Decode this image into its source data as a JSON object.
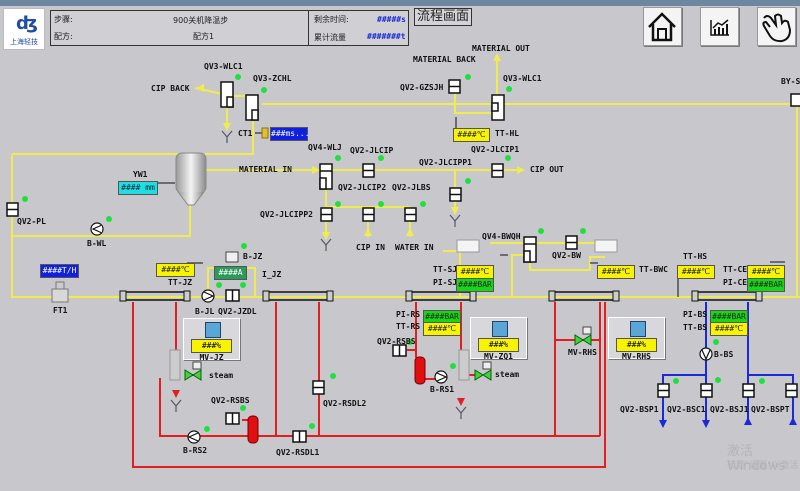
{
  "header": {
    "logo_text": "上海轻技",
    "step_label": "步骤:",
    "step_value": "900关机降温步",
    "recipe_label": "配方:",
    "recipe_value": "配方1",
    "remaining_time_label": "剩余时间:",
    "remaining_time_value": "#####s",
    "total_flow_label": "累计流量",
    "total_flow_value": "#######t",
    "screen_title": "流程画面"
  },
  "nav": {
    "home": "home-icon",
    "trend": "trend-chart-icon",
    "manual": "hand-icon"
  },
  "labels": {
    "cip_back": "CIP BACK",
    "qv3_wlc1_a": "QV3-WLC1",
    "qv3_zchl": "QV3-ZCHL",
    "material_back": "MATERIAL BACK",
    "material_out": "MATERIAL OUT",
    "qv2_gzsjh": "QV2-GZSJH",
    "qv3_wlc1_b": "QV3-WLC1",
    "tt_hl": "TT-HL",
    "by": "BY-S",
    "ct1": "CT1",
    "qv4_wlj": "QV4-WLJ",
    "qv2_jlcip": "QV2-JLCIP",
    "qv2_jlcip1": "QV2-JLCIP1",
    "material_in": "MATERIAL IN",
    "qv2_jlcipp1": "QV2-JLCIPP1",
    "cip_out": "CIP OUT",
    "qv2_jlcip2": "QV2-JLCIP2",
    "qv2_jlbs": "QV2-JLBS",
    "qv2_jlcipp2": "QV2-JLCIPP2",
    "cip_in": "CIP IN",
    "water_in": "WATER IN",
    "yw1": "YW1",
    "qv2_pl": "QV2-PL",
    "b_wl": "B-WL",
    "b_jz": "B-JZ",
    "i_jz": "I_JZ",
    "tt_jz": "TT-JZ",
    "ft1": "FT1",
    "b_jl": "B-JL",
    "qv2_jzdl": "QV2-JZDL",
    "qv4_bwqh": "QV4-BWQH",
    "qv2_bw": "QV2-BW",
    "tt_sj": "TT-SJ",
    "pi_sj": "PI-SJ",
    "tt_bwc": "TT-BWC",
    "tt_hs": "TT-HS",
    "tt_ce": "TT-CE",
    "pi_ce": "PI-CE",
    "pi_rs": "PI-RS",
    "tt_rs": "TT-RS",
    "qv2_rsbs_a": "QV2-RSBS",
    "b_rs1": "B-RS1",
    "steam_a": "steam",
    "steam_b": "steam",
    "mv_rhs_valve": "MV-RHS",
    "pi_bs": "PI-BS",
    "tt_bs": "TT-BS",
    "b_bs": "B-BS",
    "qv2_rsdl2": "QV2-RSDL2",
    "qv2_rsbs_b": "QV2-RSBS",
    "b_rs2": "B-RS2",
    "qv2_rsdl1": "QV2-RSDL1",
    "qv2_bsp1": "QV2-BSP1",
    "qv2_bsc1": "QV2-BSC1",
    "qv2_bsj1": "QV2-BSJ1",
    "qv2_bspt": "QV2-BSPT"
  },
  "displays": {
    "ct1": "###ms...",
    "tt_hl": "####℃",
    "yw1": "#### mm",
    "ft1": "####T/H",
    "tt_jz": "####℃",
    "i_jz": "####A",
    "tt_sj": "####℃",
    "pi_sj": "####BAR",
    "tt_bwc": "####℃",
    "tt_hs": "####℃",
    "tt_ce": "####℃",
    "pi_ce": "####BAR",
    "pi_rs": "####BAR",
    "tt_rs": "####℃",
    "pi_bs": "####BAR",
    "tt_bs": "####℃"
  },
  "valve_panels": [
    {
      "name": "MV-JZ",
      "value": "###%"
    },
    {
      "name": "MV-ZQ1",
      "value": "###%"
    },
    {
      "name": "MV-RHS",
      "value": "###%"
    }
  ],
  "colors": {
    "process_line": "#f0ec50",
    "hot_water_line": "#e02020",
    "cold_water_line": "#1a2ad8",
    "running_indicator": "#20e040"
  },
  "watermark": {
    "line1": "激活 Windows",
    "line2": "转到\"设置\"以激活"
  }
}
